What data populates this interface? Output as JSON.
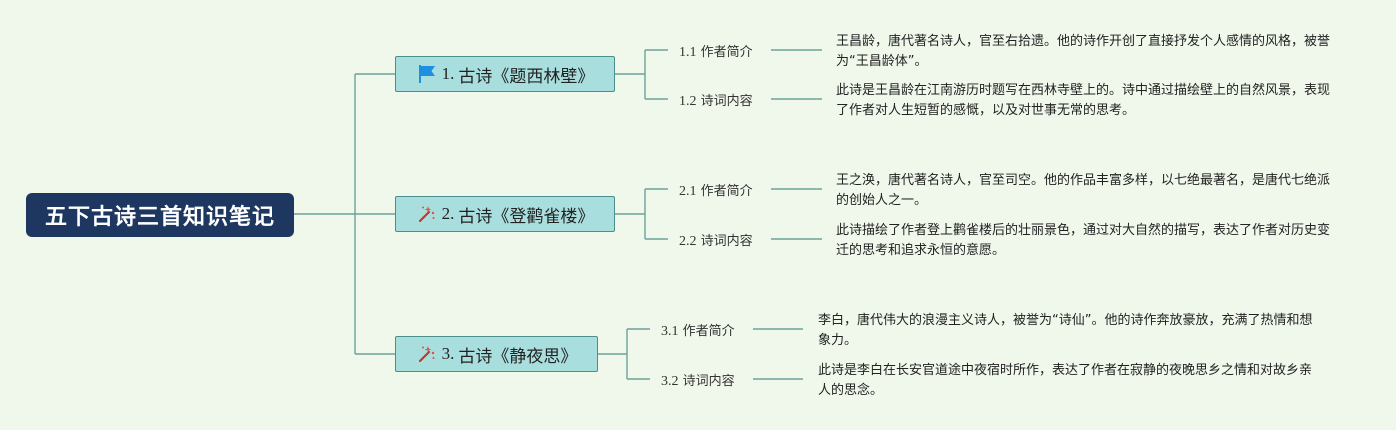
{
  "root": {
    "title": "五下古诗三首知识笔记"
  },
  "branches": [
    {
      "number": "1.",
      "title": "古诗《题西林壁》",
      "icon": "flag-icon",
      "children": [
        {
          "number": "1.1",
          "label": "作者简介",
          "text": "王昌龄，唐代著名诗人，官至右拾遗。他的诗作开创了直接抒发个人感情的风格，被誉为“王昌龄体”。"
        },
        {
          "number": "1.2",
          "label": "诗词内容",
          "text": "此诗是王昌龄在江南游历时题写在西林寺壁上的。诗中通过描绘壁上的自然风景，表现了作者对人生短暂的感慨，以及对世事无常的思考。"
        }
      ]
    },
    {
      "number": "2.",
      "title": "古诗《登鹳雀楼》",
      "icon": "magic-wand-icon",
      "children": [
        {
          "number": "2.1",
          "label": "作者简介",
          "text": "王之涣，唐代著名诗人，官至司空。他的作品丰富多样，以七绝最著名，是唐代七绝派的创始人之一。"
        },
        {
          "number": "2.2",
          "label": "诗词内容",
          "text": "此诗描绘了作者登上鹳雀楼后的壮丽景色，通过对大自然的描写，表达了作者对历史变迁的思考和追求永恒的意愿。"
        }
      ]
    },
    {
      "number": "3.",
      "title": "古诗《静夜思》",
      "icon": "magic-wand-icon",
      "children": [
        {
          "number": "3.1",
          "label": "作者简介",
          "text": "李白，唐代伟大的浪漫主义诗人，被誉为“诗仙”。他的诗作奔放豪放，充满了热情和想象力。"
        },
        {
          "number": "3.2",
          "label": "诗词内容",
          "text": "此诗是李白在长安官道途中夜宿时所作，表达了作者在寂静的夜晚思乡之情和对故乡亲人的思念。"
        }
      ]
    }
  ],
  "colors": {
    "background": "#f0f8ec",
    "root": "#1e3760",
    "branch": "#a9dede",
    "branch_border": "#4c8f8a",
    "line": "#6aa39c",
    "flag": "#1f8fe0",
    "wand": "#c0392b"
  }
}
